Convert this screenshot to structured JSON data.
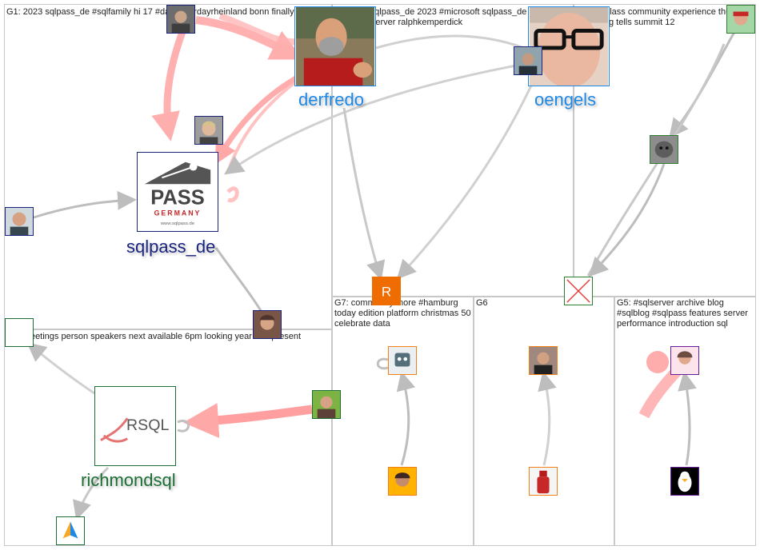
{
  "groups": [
    {
      "id": "G1",
      "label": "G1: 2023 sqlpass_de #sqlfamily hi 17 #datasaturdayrheinland bonn finally still back"
    },
    {
      "id": "G2",
      "label": "G2: die #sqlpass_de 2023 #microsoft sqlpass_de #sqlfamily alles #sqlserver ralphkemperdick"
    },
    {
      "id": "G4",
      "label": "G4: 15 glass community experience thursday join along tells summit 12"
    },
    {
      "id": "G3",
      "label": "G3: meetings person speakers next available 6pm looking year 2nd present"
    },
    {
      "id": "G7",
      "label": "G7: community more #hamburg today edition platform christmas 50 celebrate data"
    },
    {
      "id": "G6",
      "label": "G6"
    },
    {
      "id": "G5",
      "label": "G5: #sqlserver archive blog #sqlblog #sqlpass features server performance introduction sql"
    }
  ],
  "nodes": {
    "derfredo": {
      "label": "derfredo",
      "color": "#1e88e5"
    },
    "oengels": {
      "label": "oengels",
      "color": "#1e88e5"
    },
    "sqlpass_de": {
      "label": "sqlpass_de",
      "color": "#1a237e",
      "logo_text": "PASS",
      "logo_sub": "GERMANY",
      "logo_url": "www.sqlpass.de"
    },
    "richmondsql": {
      "label": "richmondsql",
      "color": "#1b6e34",
      "logo_text": "RSQL"
    }
  },
  "icons": {
    "r_badge": "R"
  },
  "colors": {
    "edge_grey": "#bdbdbd",
    "edge_red": "#ff8a8a",
    "group_border": "#c8c8c8"
  }
}
